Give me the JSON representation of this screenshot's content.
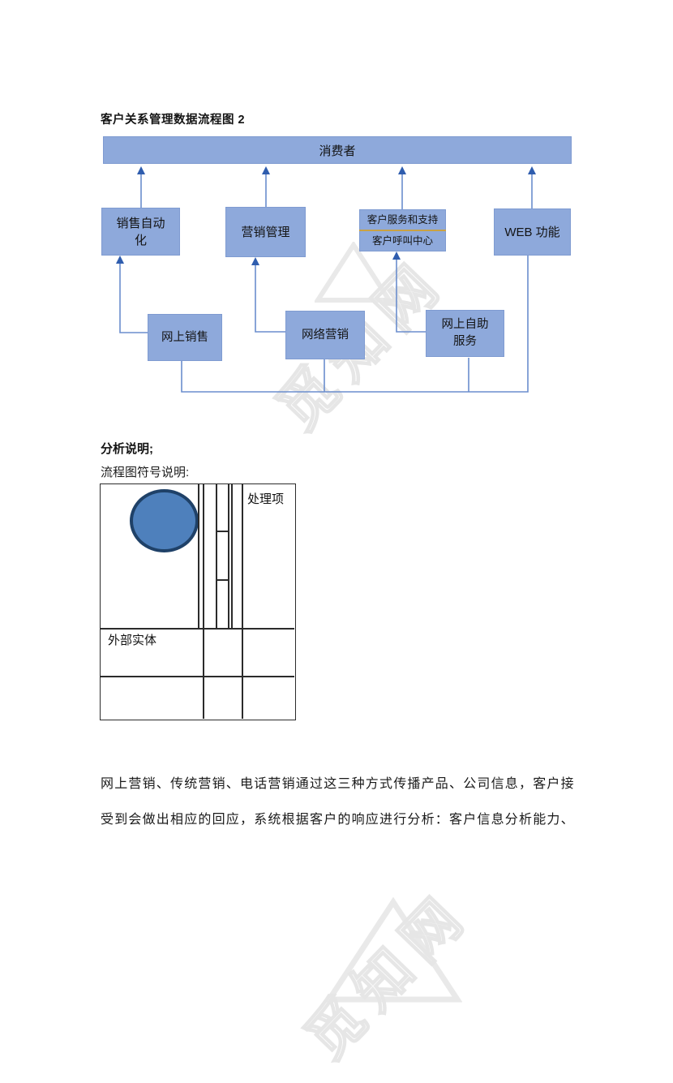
{
  "page": {
    "title": "客户关系管理数据流程图 2"
  },
  "diagram": {
    "consumer_bar": {
      "label": "消费者"
    },
    "row1_boxes": [
      {
        "label": "销售自动化"
      },
      {
        "label": "营销管理"
      },
      {
        "label_top": "客户服务和支持",
        "label_bottom": "客户呼叫中心"
      },
      {
        "label": "WEB 功能"
      }
    ],
    "row2_boxes": [
      {
        "label": "网上销售"
      },
      {
        "label": "网络营销"
      },
      {
        "label": "网上自助服务"
      }
    ],
    "colors": {
      "box_fill": "#8EA9DB",
      "box_border": "#7F9BD1",
      "connector_line": "#6B8ECD",
      "arrowhead": "#2F5DAE",
      "service_divider": "#C9A243"
    }
  },
  "analysis": {
    "heading": "分析说明;",
    "subheading": "流程图符号说明:",
    "symbol_table": {
      "processing_label": "处理项",
      "external_entity_label": "外部实体",
      "circle_fill": "#4E80BC",
      "circle_border": "#1F4168"
    }
  },
  "paragraph": {
    "line1": "网上营销、传统营销、电话营销通过这三种方式传播产品、公司信息，客户接",
    "line2": "受到会做出相应的回应，系统根据客户的响应进行分析：客户信息分析能力、"
  },
  "watermark": {
    "text": "觅知网"
  }
}
